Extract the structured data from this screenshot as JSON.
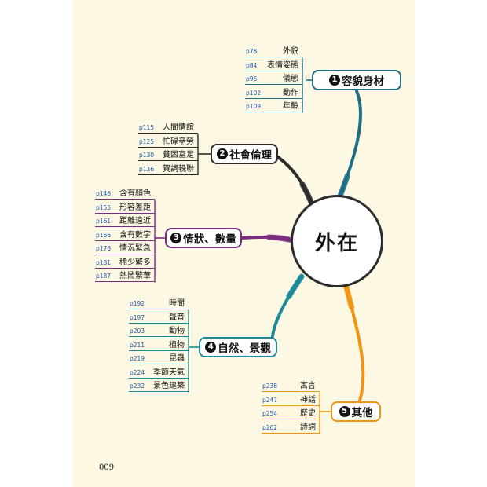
{
  "center": "外在",
  "folio": "009",
  "branches": [
    {
      "label": "容貌身材",
      "num": "1",
      "color": "#1d6f86",
      "items": [
        {
          "page": "p78",
          "text": "外貌"
        },
        {
          "page": "p84",
          "text": "表情姿態"
        },
        {
          "page": "p96",
          "text": "儀態"
        },
        {
          "page": "p102",
          "text": "動作"
        },
        {
          "page": "p109",
          "text": "年齡"
        }
      ]
    },
    {
      "label": "社會倫理",
      "num": "2",
      "color": "#2a2a2a",
      "items": [
        {
          "page": "p115",
          "text": "人間情誼"
        },
        {
          "page": "p125",
          "text": "忙碌辛勞"
        },
        {
          "page": "p130",
          "text": "貧困富足"
        },
        {
          "page": "p136",
          "text": "賀詞輓聯"
        }
      ]
    },
    {
      "label": "情狀、數量",
      "num": "3",
      "color": "#7a2d7e",
      "items": [
        {
          "page": "p146",
          "text": "含有顏色"
        },
        {
          "page": "p155",
          "text": "形容差距"
        },
        {
          "page": "p161",
          "text": "距離遠近"
        },
        {
          "page": "p166",
          "text": "含有數字"
        },
        {
          "page": "p176",
          "text": "情況緊急"
        },
        {
          "page": "p181",
          "text": "稀少繁多"
        },
        {
          "page": "p187",
          "text": "熱鬧繁華"
        }
      ]
    },
    {
      "label": "自然、景觀",
      "num": "4",
      "color": "#1a8a98",
      "items": [
        {
          "page": "p192",
          "text": "時間"
        },
        {
          "page": "p197",
          "text": "聲音"
        },
        {
          "page": "p203",
          "text": "動物"
        },
        {
          "page": "p211",
          "text": "植物"
        },
        {
          "page": "p219",
          "text": "昆蟲"
        },
        {
          "page": "p224",
          "text": "季節天氣"
        },
        {
          "page": "p232",
          "text": "景色建築"
        }
      ]
    },
    {
      "label": "其他",
      "num": "5",
      "color": "#ef9414",
      "items": [
        {
          "page": "p238",
          "text": "寓言"
        },
        {
          "page": "p247",
          "text": "神話"
        },
        {
          "page": "p254",
          "text": "歷史"
        },
        {
          "page": "p262",
          "text": "詩詞"
        }
      ]
    }
  ]
}
